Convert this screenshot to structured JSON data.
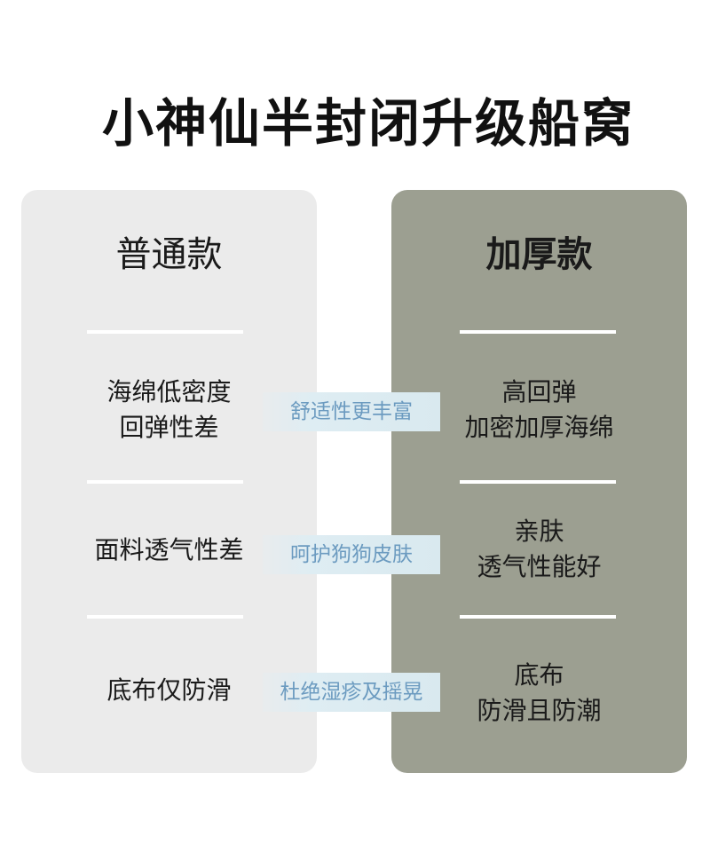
{
  "title": "小神仙半封闭升级船窝",
  "columns": {
    "left": {
      "heading": "普通款"
    },
    "right": {
      "heading": "加厚款"
    }
  },
  "rows": [
    {
      "left": "海绵低密度\n回弹性差",
      "tag": "舒适性更丰富",
      "right": "高回弹\n加密加厚海绵"
    },
    {
      "left": "面料透气性差",
      "tag": "呵护狗狗皮肤",
      "right": "亲肤\n透气性能好"
    },
    {
      "left": "底布仅防滑",
      "tag": "杜绝湿疹及摇晃",
      "right": "底布\n防滑且防潮"
    }
  ],
  "colors": {
    "left_card": "#ebebeb",
    "right_card": "#9c9f91",
    "tag_text": "#6c9bc0",
    "tag_bg": "#deedf3"
  }
}
